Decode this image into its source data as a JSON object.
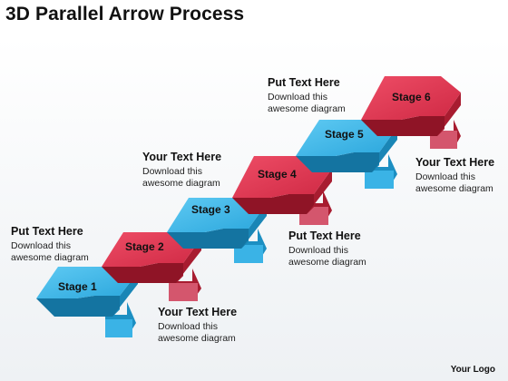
{
  "title": "3D Parallel Arrow Process",
  "stages": [
    {
      "label": "Stage 1",
      "color": "blue"
    },
    {
      "label": "Stage 2",
      "color": "red"
    },
    {
      "label": "Stage 3",
      "color": "blue"
    },
    {
      "label": "Stage 4",
      "color": "red"
    },
    {
      "label": "Stage 5",
      "color": "blue"
    },
    {
      "label": "Stage 6",
      "color": "red"
    }
  ],
  "callouts": [
    {
      "heading": "Put Text Here",
      "body": "Download this awesome diagram"
    },
    {
      "heading": "Your Text Here",
      "body": "Download this awesome diagram"
    },
    {
      "heading": "Your Text Here",
      "body": "Download this awesome diagram"
    },
    {
      "heading": "Put Text Here",
      "body": "Download this awesome diagram"
    },
    {
      "heading": "Put Text Here",
      "body": "Download this awesome diagram"
    },
    {
      "heading": "Your Text Here",
      "body": "Download this awesome diagram"
    }
  ],
  "logo": "Your Logo",
  "colors": {
    "blue_top": "#3cb8ec",
    "blue_side": "#1a86b6",
    "blue_front": "#1474a1",
    "red_top": "#e23a55",
    "red_side": "#a81c30",
    "red_front": "#8f1426",
    "text": "#111111"
  }
}
